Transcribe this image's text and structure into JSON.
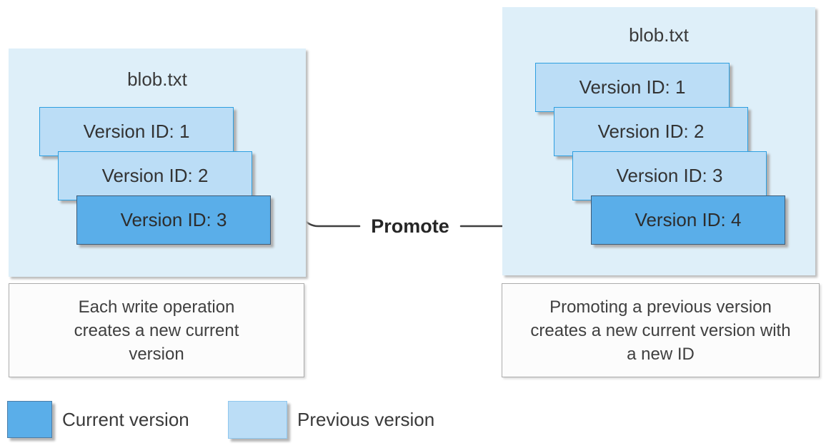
{
  "left_panel": {
    "title": "blob.txt",
    "versions": [
      {
        "label": "Version ID: 1",
        "state": "previous"
      },
      {
        "label": "Version ID: 2",
        "state": "previous"
      },
      {
        "label": "Version ID: 3",
        "state": "current"
      }
    ],
    "caption": "Each write operation creates a new current version"
  },
  "right_panel": {
    "title": "blob.txt",
    "versions": [
      {
        "label": "Version ID: 1",
        "state": "previous"
      },
      {
        "label": "Version ID: 2",
        "state": "previous"
      },
      {
        "label": "Version ID: 3",
        "state": "previous"
      },
      {
        "label": "Version ID: 4",
        "state": "current"
      }
    ],
    "caption": "Promoting a previous version creates a new current version with a new ID"
  },
  "arrow": {
    "label": "Promote"
  },
  "legend": [
    {
      "label": "Current version",
      "state": "current"
    },
    {
      "label": "Previous version",
      "state": "previous"
    }
  ],
  "colors": {
    "current_fill": "#5aaee9",
    "current_border": "#3d5a76",
    "previous_fill": "#bbddf6",
    "previous_border": "#2d9fe0",
    "panel_fill": "#deeff9",
    "text": "#3a3a3a",
    "connector": "#3f3f3f"
  }
}
